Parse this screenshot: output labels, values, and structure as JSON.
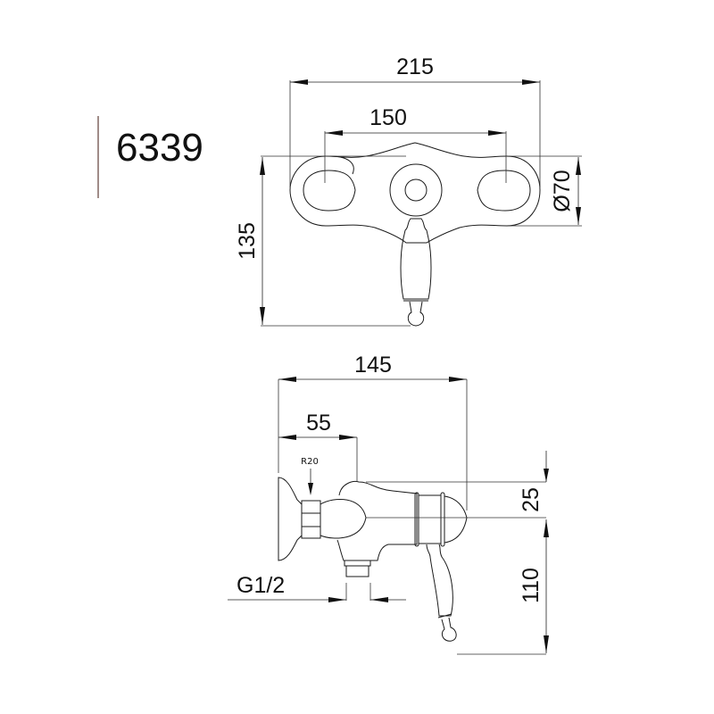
{
  "product": {
    "code": "6339",
    "accent_bar_color": "#a08c88"
  },
  "front_view": {
    "dimensions": {
      "overall_width": "215",
      "center_distance": "150",
      "height": "135",
      "escutcheon_diameter": "Ø70"
    }
  },
  "side_view": {
    "dimensions": {
      "depth": "145",
      "inlet_offset": "55",
      "radius": "R20",
      "upper_offset": "25",
      "lower_offset": "110",
      "thread": "G1/2"
    }
  }
}
